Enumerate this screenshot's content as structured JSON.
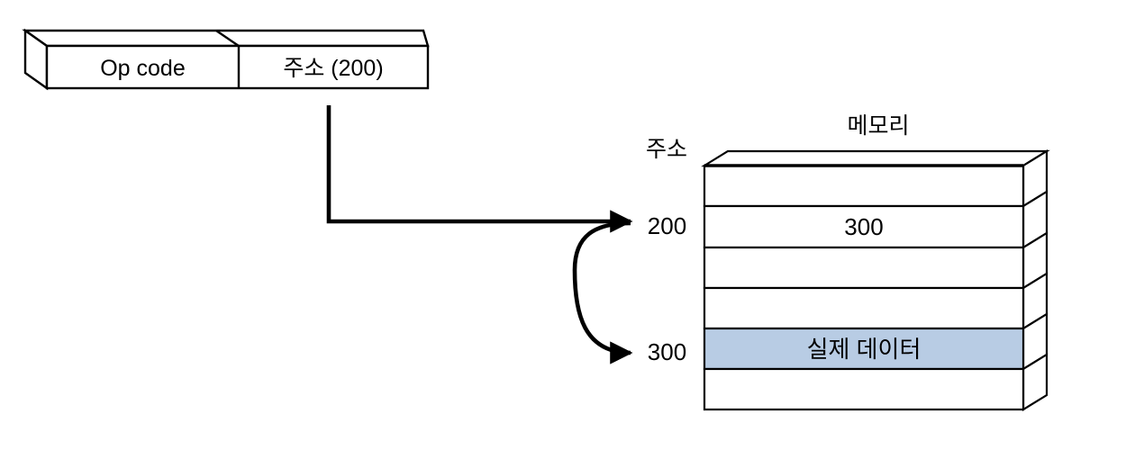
{
  "diagram": {
    "title_memory": "메모리",
    "address_header": "주소",
    "instruction": {
      "opcode_label": "Op code",
      "operand_label": "주소 (200)"
    },
    "addresses": [
      {
        "name": "addr-200",
        "label": "200"
      },
      {
        "name": "addr-300",
        "label": "300"
      }
    ],
    "memory_rows": [
      {
        "name": "memory-row-1",
        "value": "",
        "highlighted": false
      },
      {
        "name": "memory-row-2",
        "value": "300",
        "highlighted": false
      },
      {
        "name": "memory-row-3",
        "value": "",
        "highlighted": false
      },
      {
        "name": "memory-row-4",
        "value": "",
        "highlighted": false
      },
      {
        "name": "memory-row-5",
        "value": "실제 데이터",
        "highlighted": true
      },
      {
        "name": "memory-row-6",
        "value": "",
        "highlighted": false
      }
    ],
    "cell_values": {
      "pointer_value": "300",
      "data_value": "실제 데이터"
    },
    "colors": {
      "stroke": "#000000",
      "fill": "#ffffff",
      "highlight": "#b8cce4",
      "text": "#000000"
    }
  }
}
